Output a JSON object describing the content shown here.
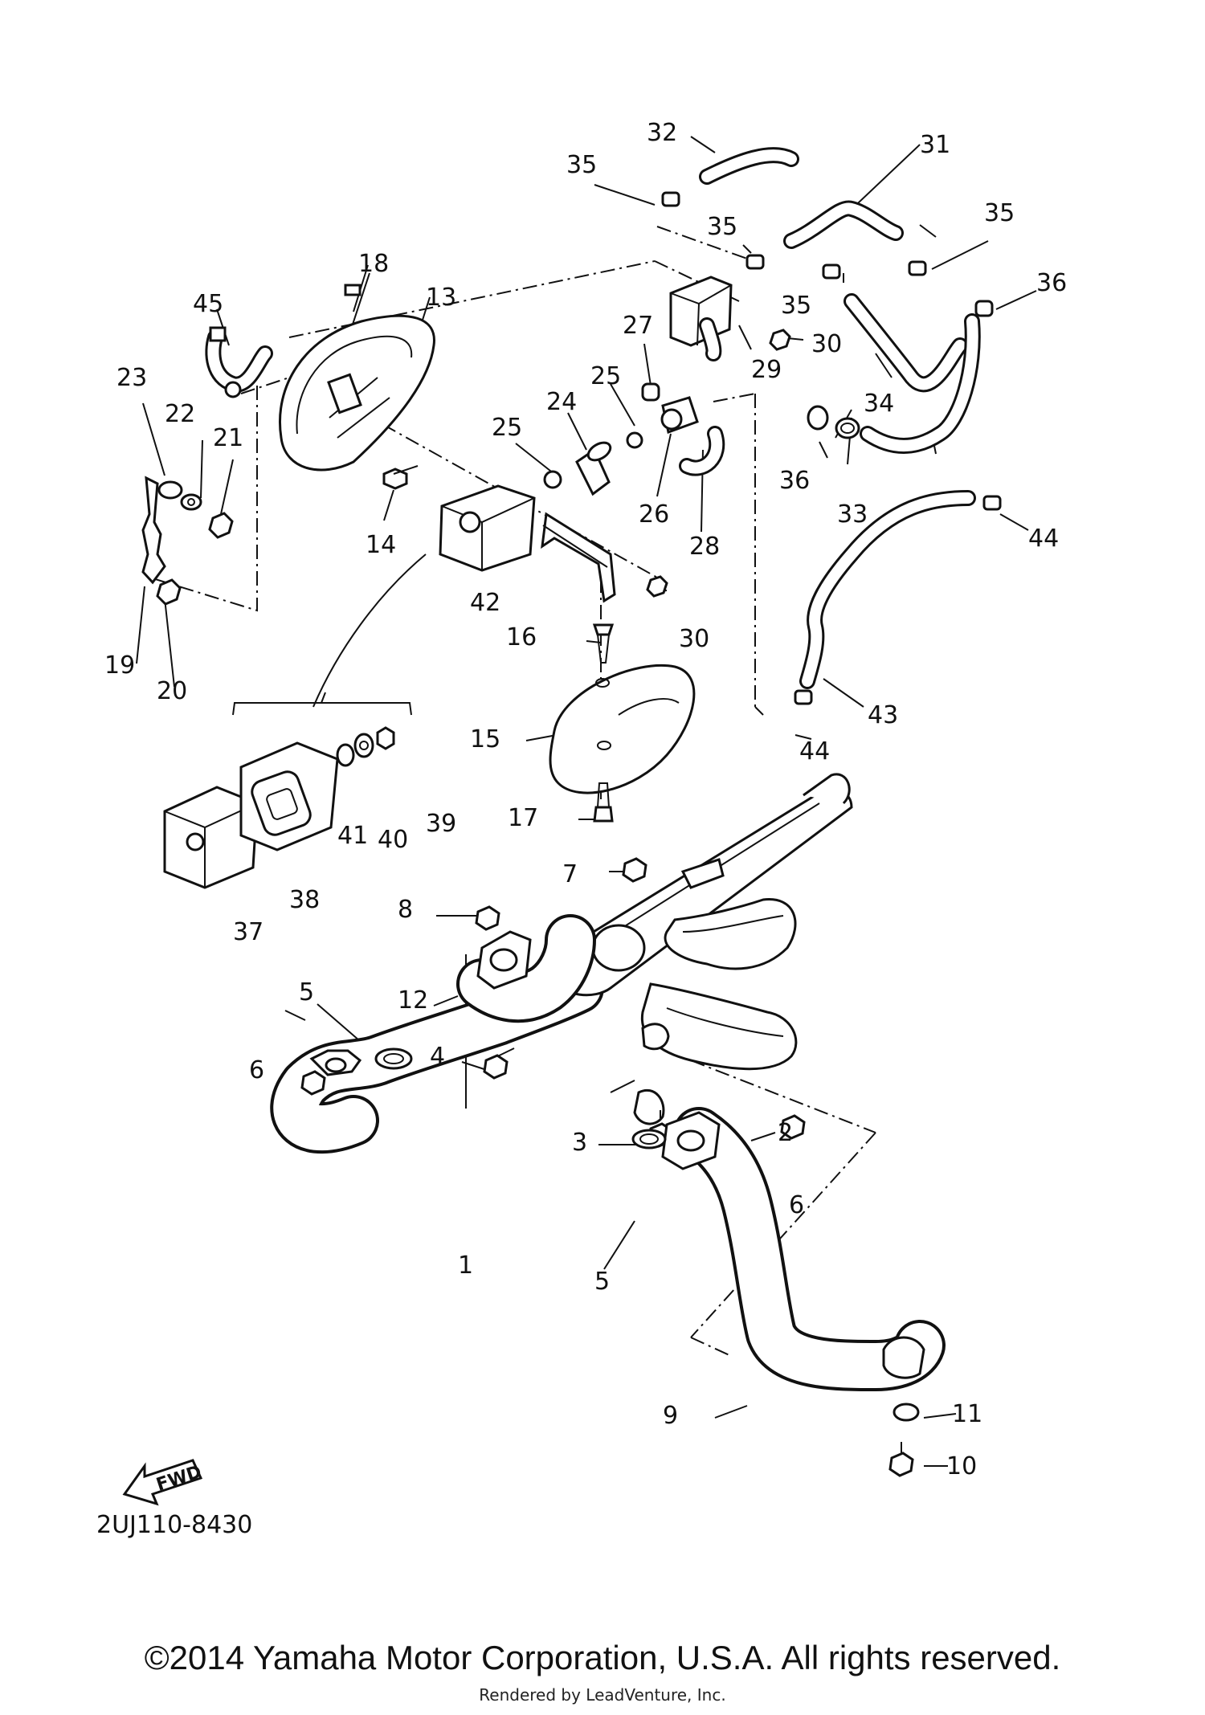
{
  "callouts": [
    {
      "id": "1",
      "text": "1"
    },
    {
      "id": "2",
      "text": "2"
    },
    {
      "id": "3",
      "text": "3"
    },
    {
      "id": "4",
      "text": "4"
    },
    {
      "id": "5a",
      "text": "5"
    },
    {
      "id": "5b",
      "text": "5"
    },
    {
      "id": "6a",
      "text": "6"
    },
    {
      "id": "6b",
      "text": "6"
    },
    {
      "id": "7",
      "text": "7"
    },
    {
      "id": "8",
      "text": "8"
    },
    {
      "id": "9",
      "text": "9"
    },
    {
      "id": "10",
      "text": "10"
    },
    {
      "id": "11",
      "text": "11"
    },
    {
      "id": "12",
      "text": "12"
    },
    {
      "id": "13",
      "text": "13"
    },
    {
      "id": "14",
      "text": "14"
    },
    {
      "id": "15",
      "text": "15"
    },
    {
      "id": "16",
      "text": "16"
    },
    {
      "id": "17",
      "text": "17"
    },
    {
      "id": "18",
      "text": "18"
    },
    {
      "id": "19",
      "text": "19"
    },
    {
      "id": "20",
      "text": "20"
    },
    {
      "id": "21",
      "text": "21"
    },
    {
      "id": "22",
      "text": "22"
    },
    {
      "id": "23",
      "text": "23"
    },
    {
      "id": "24",
      "text": "24"
    },
    {
      "id": "25a",
      "text": "25"
    },
    {
      "id": "25b",
      "text": "25"
    },
    {
      "id": "26",
      "text": "26"
    },
    {
      "id": "27",
      "text": "27"
    },
    {
      "id": "28",
      "text": "28"
    },
    {
      "id": "29",
      "text": "29"
    },
    {
      "id": "30a",
      "text": "30"
    },
    {
      "id": "30b",
      "text": "30"
    },
    {
      "id": "31",
      "text": "31"
    },
    {
      "id": "32",
      "text": "32"
    },
    {
      "id": "33",
      "text": "33"
    },
    {
      "id": "34",
      "text": "34"
    },
    {
      "id": "35a",
      "text": "35"
    },
    {
      "id": "35b",
      "text": "35"
    },
    {
      "id": "35c",
      "text": "35"
    },
    {
      "id": "35d",
      "text": "35"
    },
    {
      "id": "36a",
      "text": "36"
    },
    {
      "id": "36b",
      "text": "36"
    },
    {
      "id": "37",
      "text": "37"
    },
    {
      "id": "38",
      "text": "38"
    },
    {
      "id": "39",
      "text": "39"
    },
    {
      "id": "40",
      "text": "40"
    },
    {
      "id": "41",
      "text": "41"
    },
    {
      "id": "42",
      "text": "42"
    },
    {
      "id": "43",
      "text": "43"
    },
    {
      "id": "44a",
      "text": "44"
    },
    {
      "id": "44b",
      "text": "44"
    },
    {
      "id": "45",
      "text": "45"
    }
  ],
  "fwd_label": "FWD",
  "diagram_code": "2UJ110-8430",
  "footer": {
    "copyright": "©2014 Yamaha Motor Corporation, U.S.A. All rights reserved.",
    "rendered_by": "Rendered by LeadVenture, Inc."
  }
}
